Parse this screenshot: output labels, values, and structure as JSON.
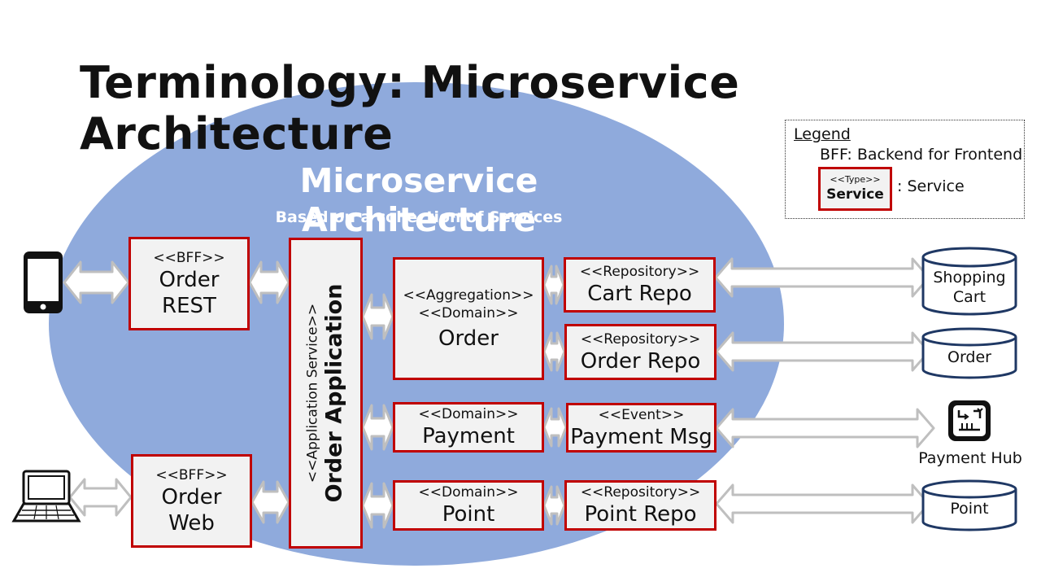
{
  "title": "Terminology: Microservice Architecture",
  "architecture": {
    "title": "Microservice Architecture",
    "subtitle": "Based on a collection  of Services"
  },
  "legend": {
    "title": "Legend",
    "bff_note": "BFF: Backend for Frontend",
    "type_label": "<<Type>>",
    "service_label": "Service",
    "service_desc": ": Service"
  },
  "services": {
    "order_rest": {
      "stereotype": "<<BFF>>",
      "name_line1": "Order",
      "name_line2": "REST"
    },
    "order_web": {
      "stereotype": "<<BFF>>",
      "name_line1": "Order",
      "name_line2": "Web"
    },
    "order_application": {
      "stereotype": "<<Application Service>>",
      "name": "Order Application"
    },
    "order_domain": {
      "stereotype1": "<<Aggregation>>",
      "stereotype2": "<<Domain>>",
      "name": "Order"
    },
    "payment": {
      "stereotype": "<<Domain>>",
      "name": "Payment"
    },
    "point": {
      "stereotype": "<<Domain>>",
      "name": "Point"
    },
    "cart_repo": {
      "stereotype": "<<Repository>>",
      "name": "Cart Repo"
    },
    "order_repo": {
      "stereotype": "<<Repository>>",
      "name": "Order Repo"
    },
    "payment_msg": {
      "stereotype": "<<Event>>",
      "name": "Payment Msg"
    },
    "point_repo": {
      "stereotype": "<<Repository>>",
      "name": "Point Repo"
    }
  },
  "datastores": {
    "shopping_cart_line1": "Shopping",
    "shopping_cart_line2": "Cart",
    "order": "Order",
    "payment_hub": "Payment  Hub",
    "point": "Point"
  },
  "clients": [
    "smartphone-icon",
    "laptop-icon"
  ],
  "colors": {
    "ellipse": "#8faadc",
    "service_border": "#c00000",
    "service_fill": "#f2f2f2",
    "arrow_fill": "#ffffff",
    "arrow_stroke": "#bfbfbf",
    "db_stroke": "#1f3864"
  }
}
